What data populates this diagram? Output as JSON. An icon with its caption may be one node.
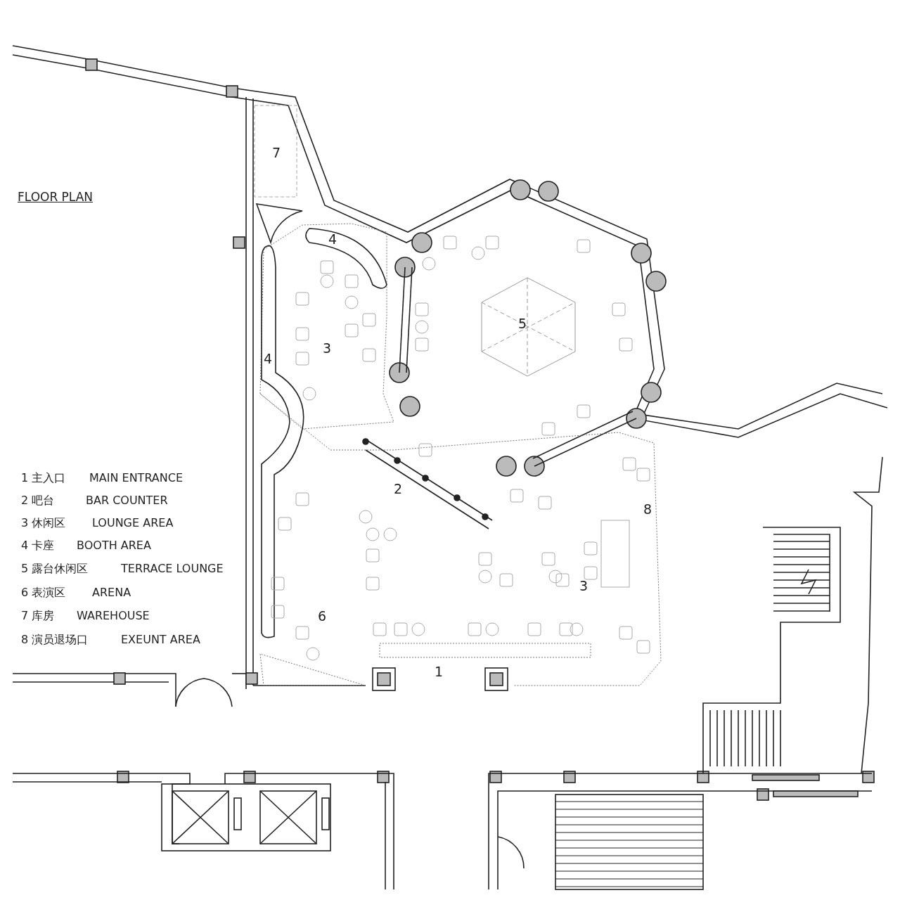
{
  "diagram": {
    "title": "FLOOR PLAN",
    "labels": [
      "7",
      "4",
      "5",
      "3",
      "4",
      "1 主入口",
      "MAIN ENTRANCE",
      "2 吧台",
      "BAR COUNTER",
      "3 休闲区",
      "LOUNGE AREA",
      "4 卡座",
      "BOOTH AREA",
      "5 露台休闲区",
      "TERRACE LOUNGE",
      "6 表演区",
      "ARENA",
      "7 库房",
      "WAREHOUSE",
      "8 演员退场口",
      "EXEUNT AREA",
      "2",
      "8",
      "3",
      "6",
      "1"
    ]
  }
}
